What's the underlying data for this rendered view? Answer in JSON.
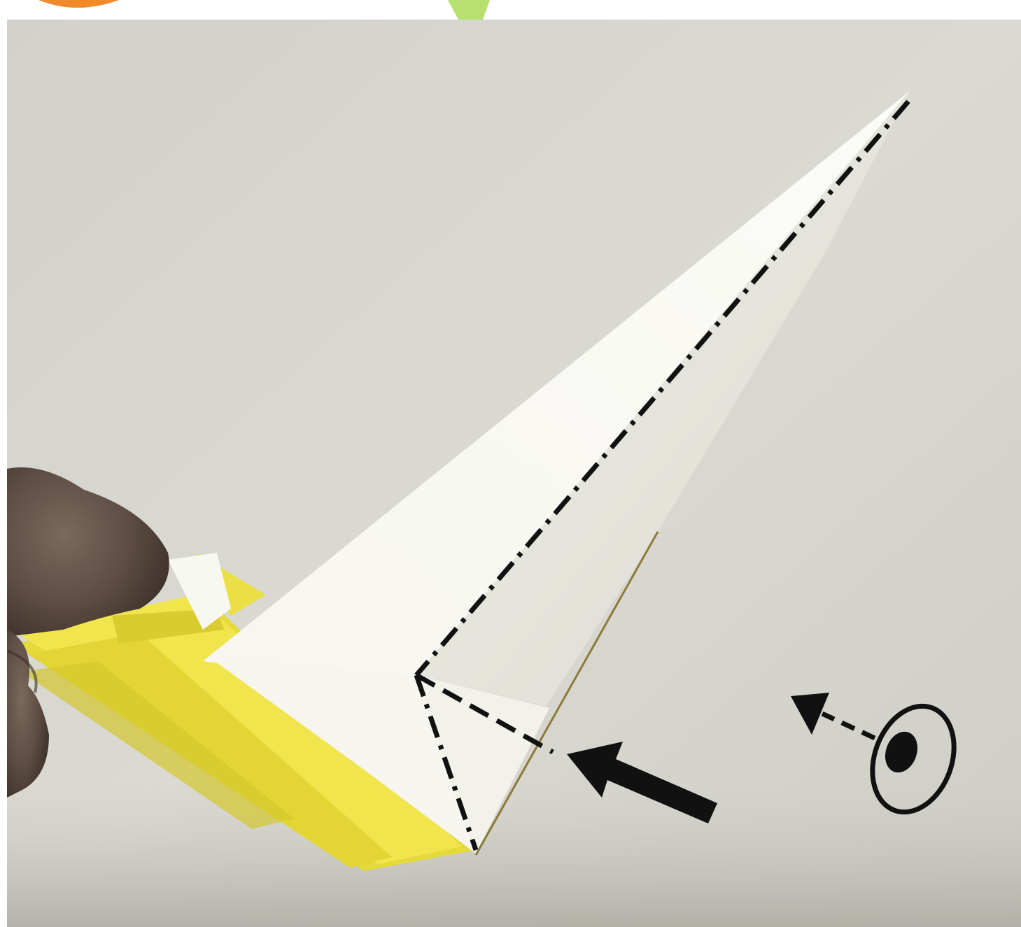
{
  "image": {
    "subject": "origami",
    "palette": {
      "background_wall": "#d6d5ce",
      "paper_white": "#f4f3ec",
      "paper_yellow": "#ece144",
      "page_white": "#ffffff",
      "corner_orange": "#f08a2a",
      "corner_green": "#b6e070",
      "marking_ink": "#111111",
      "skin": "#5e4e44"
    }
  },
  "annotations": {
    "fold_lines": [
      "mountain-fold-line",
      "valley-fold-line"
    ],
    "arrows": [
      "push-arrow",
      "view-direction-arrow"
    ],
    "symbols": [
      "eye-symbol"
    ]
  }
}
